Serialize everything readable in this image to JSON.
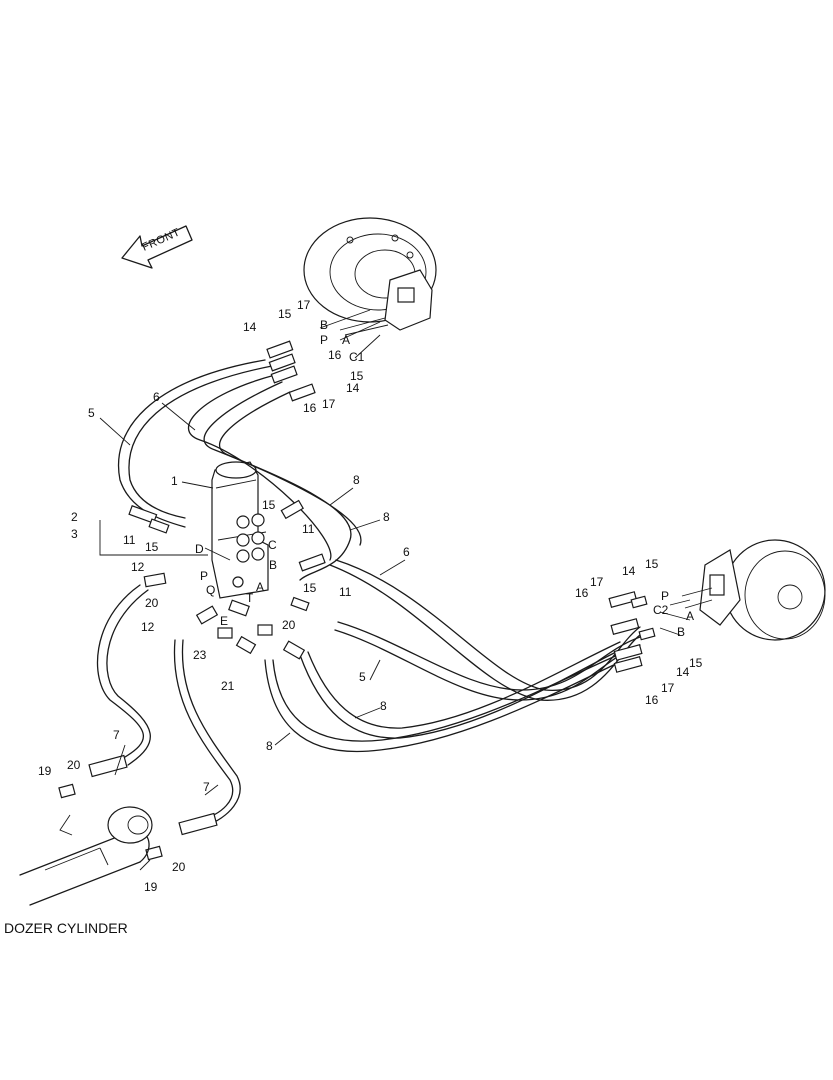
{
  "front_label": "FRONT",
  "caption": "DOZER CYLINDER",
  "labels": [
    "17",
    "15",
    "14",
    "B",
    "P",
    "A",
    "16",
    "C1",
    "15",
    "14",
    "16",
    "17",
    "5",
    "6",
    "1",
    "8",
    "8",
    "15",
    "11",
    "C",
    "2",
    "3",
    "11",
    "15",
    "D",
    "12",
    "P",
    "20",
    "Q",
    "B",
    "15",
    "11",
    "A",
    "T",
    "12",
    "E",
    "20",
    "23",
    "21",
    "6",
    "5",
    "8",
    "8",
    "7",
    "19",
    "20",
    "7",
    "20",
    "19",
    "17",
    "14",
    "15",
    "16",
    "P",
    "C2",
    "A",
    "B",
    "15",
    "14",
    "17",
    "16"
  ]
}
